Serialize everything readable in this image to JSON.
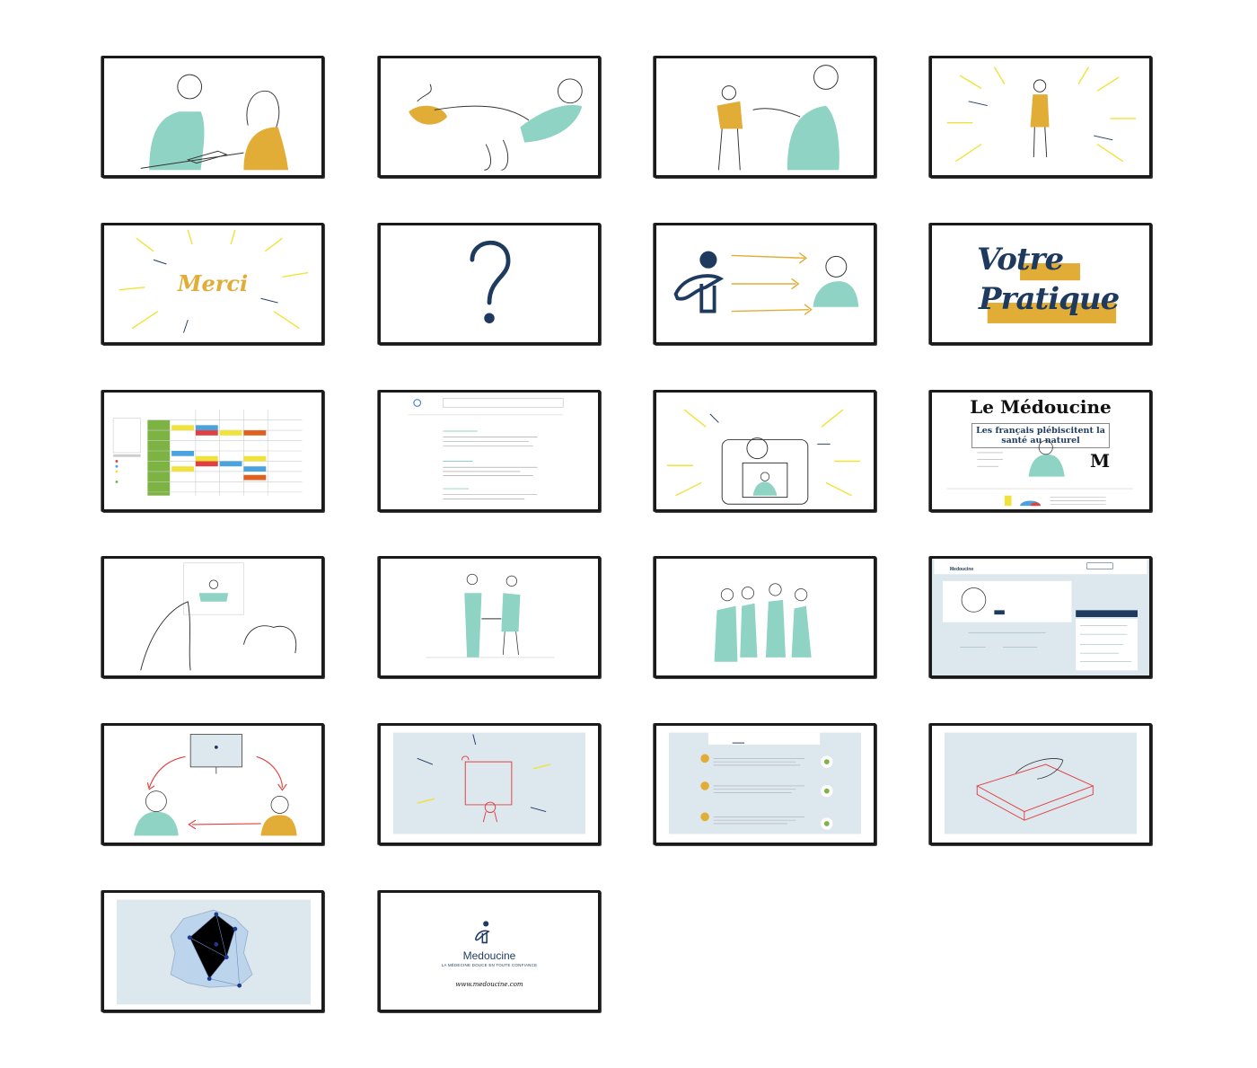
{
  "frames": {
    "merci": {
      "text": "Merci"
    },
    "question": {
      "symbol": "?"
    },
    "votre_pratique": {
      "line1": "Votre",
      "line2": "Pratique"
    },
    "newspaper": {
      "masthead": "Le Médoucine",
      "headline": "Les français plébiscitent la santé au naturel",
      "monogram": "M"
    },
    "website_profile": {
      "brand": "Medoucine"
    },
    "closing": {
      "brand": "Medoucine",
      "tagline": "LA MÉDECINE DOUCE EN TOUTE CONFIANCE",
      "url": "www.medoucine.com"
    }
  },
  "colors": {
    "teal": "#8fd3c4",
    "mustard": "#e1ad37",
    "navy": "#1e3a5f",
    "red": "#e04040",
    "panel_blue": "#dde7ee",
    "yellow_ray": "#f1e23a"
  }
}
